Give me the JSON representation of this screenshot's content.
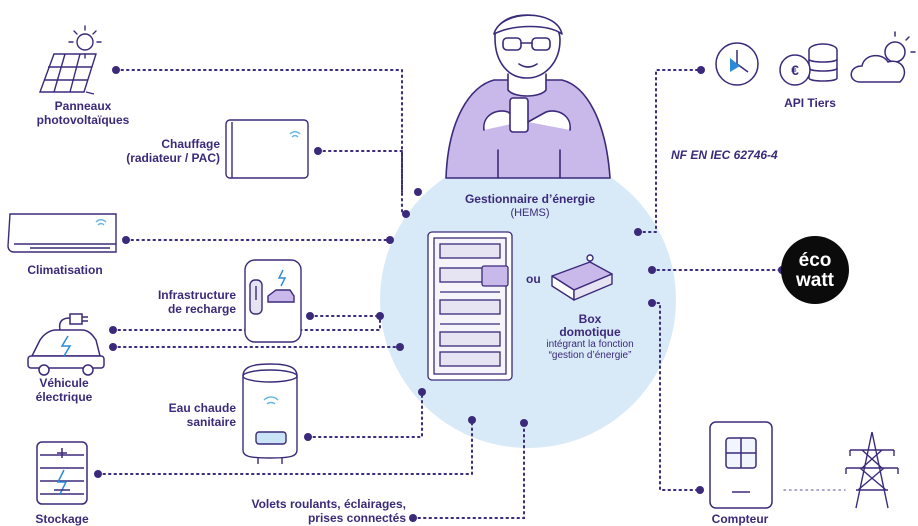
{
  "center": {
    "title": "Gestionnaire d’énergie",
    "subtitle": "(HEMS)",
    "or_label": "ou",
    "box_title_line1": "Box",
    "box_title_line2": "domotique",
    "box_sub_line1": "intégrant la fonction",
    "box_sub_line2": "“gestion d’énergie”"
  },
  "devices": {
    "panneaux": [
      "Panneaux",
      "photovoltaïques"
    ],
    "chauffage": [
      "Chauffage",
      "(radiateur / PAC)"
    ],
    "climatisation": [
      "Climatisation"
    ],
    "recharge": [
      "Infrastructure",
      "de recharge"
    ],
    "vehicule": [
      "Véhicule",
      "électrique"
    ],
    "eau": [
      "Eau chaude",
      "sanitaire"
    ],
    "stockage": [
      "Stockage"
    ],
    "volets": [
      "Volets roulants, éclairages,",
      "prises connectés"
    ],
    "api": [
      "API Tiers"
    ],
    "compteur": [
      "Compteur"
    ]
  },
  "norme": "NF EN IEC 62746-4",
  "ecowatt": {
    "line1": "éco",
    "line2": "watt"
  },
  "colors": {
    "primary": "#3b2a7a",
    "circle": "#d8e9f7",
    "person": "#c9b8ea",
    "outline": "#3b2a7a",
    "ecowatt_bg": "#0b0b0b",
    "ecowatt_accent": "#7fd16a"
  }
}
